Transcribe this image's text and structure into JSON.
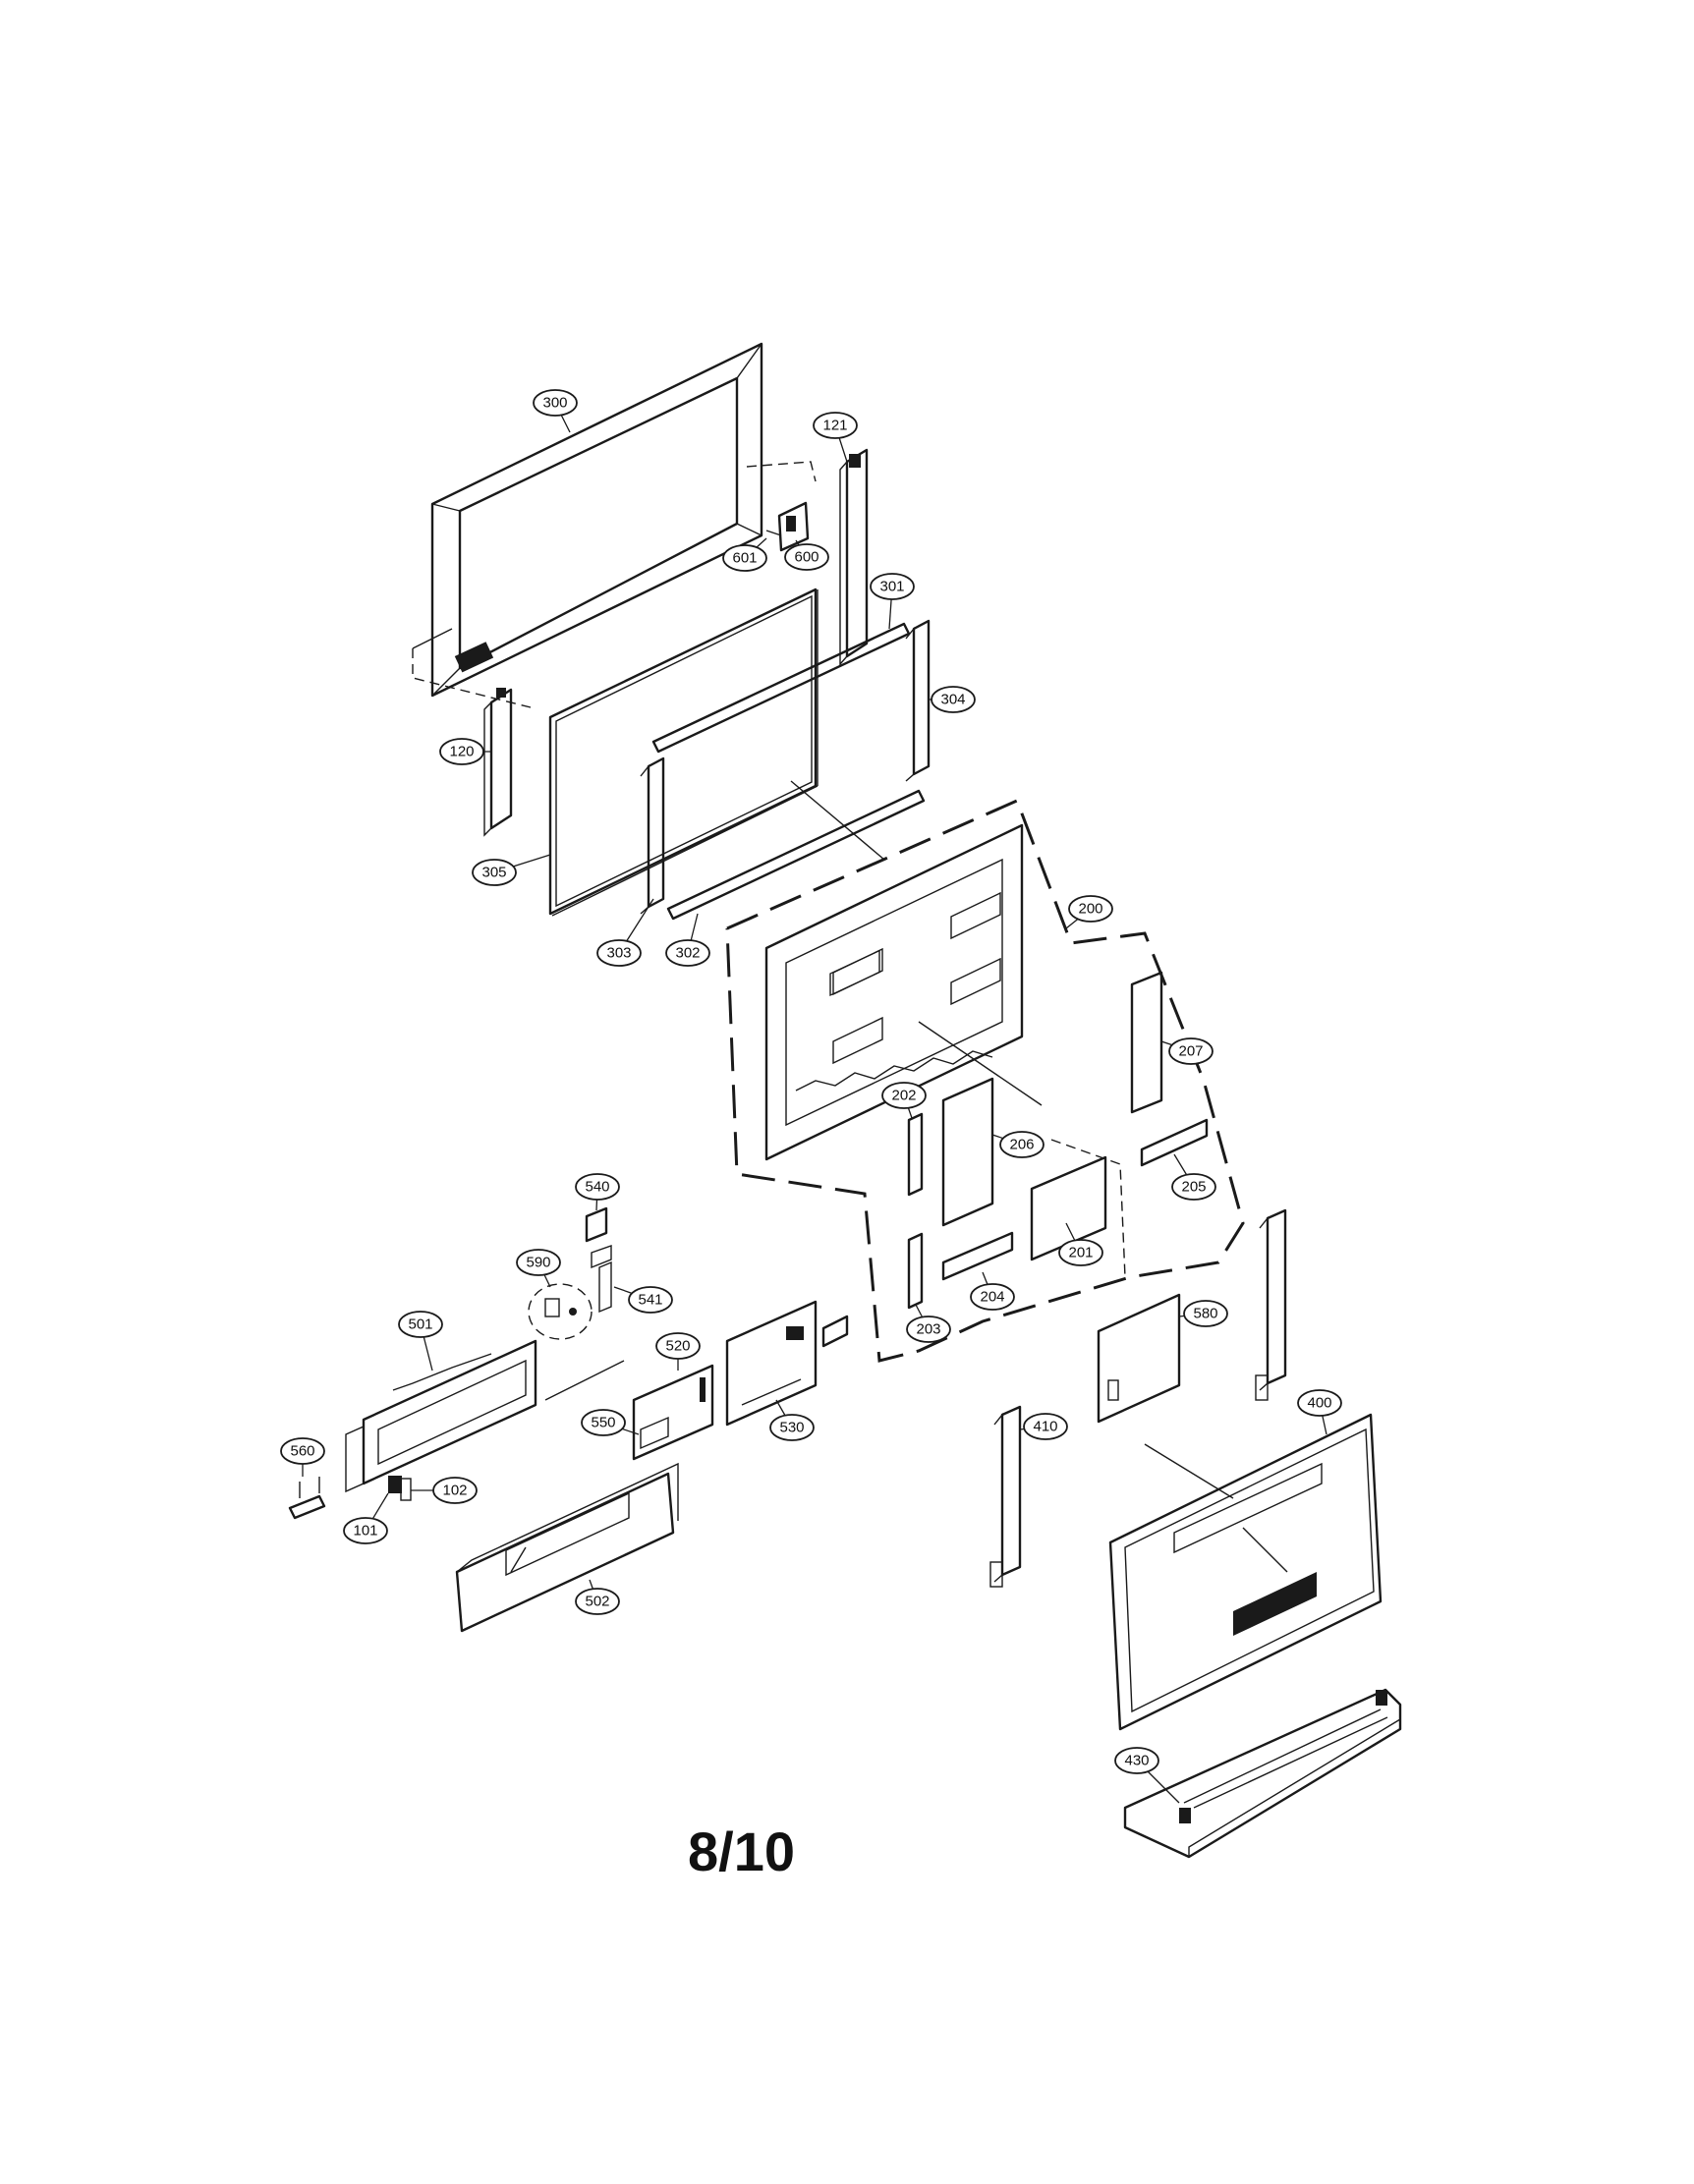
{
  "page_number": "8/10",
  "callouts": [
    {
      "id": "300",
      "label": "300"
    },
    {
      "id": "121",
      "label": "121"
    },
    {
      "id": "601",
      "label": "601"
    },
    {
      "id": "600",
      "label": "600"
    },
    {
      "id": "301",
      "label": "301"
    },
    {
      "id": "304",
      "label": "304"
    },
    {
      "id": "120",
      "label": "120"
    },
    {
      "id": "305",
      "label": "305"
    },
    {
      "id": "303",
      "label": "303"
    },
    {
      "id": "302",
      "label": "302"
    },
    {
      "id": "200",
      "label": "200"
    },
    {
      "id": "207",
      "label": "207"
    },
    {
      "id": "202",
      "label": "202"
    },
    {
      "id": "206",
      "label": "206"
    },
    {
      "id": "205",
      "label": "205"
    },
    {
      "id": "201",
      "label": "201"
    },
    {
      "id": "204",
      "label": "204"
    },
    {
      "id": "203",
      "label": "203"
    },
    {
      "id": "540",
      "label": "540"
    },
    {
      "id": "590",
      "label": "590"
    },
    {
      "id": "541",
      "label": "541"
    },
    {
      "id": "501",
      "label": "501"
    },
    {
      "id": "520",
      "label": "520"
    },
    {
      "id": "550",
      "label": "550"
    },
    {
      "id": "530",
      "label": "530"
    },
    {
      "id": "560",
      "label": "560"
    },
    {
      "id": "101",
      "label": "101"
    },
    {
      "id": "102",
      "label": "102"
    },
    {
      "id": "502",
      "label": "502"
    },
    {
      "id": "580",
      "label": "580"
    },
    {
      "id": "410",
      "label": "410"
    },
    {
      "id": "400",
      "label": "400"
    },
    {
      "id": "430",
      "label": "430"
    }
  ]
}
